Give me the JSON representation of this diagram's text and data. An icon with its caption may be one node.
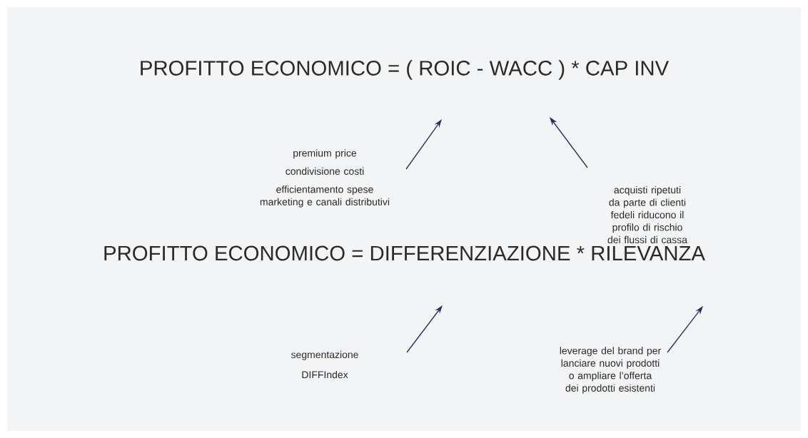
{
  "diagram": {
    "nodes": [
      {
        "text": [
          "PROFITTO ECONOMICO = ( ROIC - WACC ) * CAP INV"
        ]
      },
      {
        "text": [
          "premium price",
          "condivisione costi",
          "efficientamento spese marketing e canali distributivi"
        ]
      },
      {
        "text": [
          "acquisti ripetuti da parte di clienti fedeli riducono il profilo di rischio dei flussi di cassa"
        ]
      },
      {
        "text": [
          "PROFITTO ECONOMICO = DIFFERENZIAZIONE * RILEVANZA"
        ]
      },
      {
        "text": [
          "segmentazione",
          "DIFFIndex"
        ]
      },
      {
        "text": [
          "leverage del brand per lanciare nuovi prodotti o ampliare l’offerta dei prodotti esistenti"
        ]
      }
    ],
    "edges": [
      {
        "from": 1,
        "to": 0,
        "arrow": "to"
      },
      {
        "from": 2,
        "to": 0,
        "arrow": "to"
      },
      {
        "from": 4,
        "to": 3,
        "arrow": "to"
      },
      {
        "from": 5,
        "to": 3,
        "arrow": "to"
      }
    ]
  }
}
